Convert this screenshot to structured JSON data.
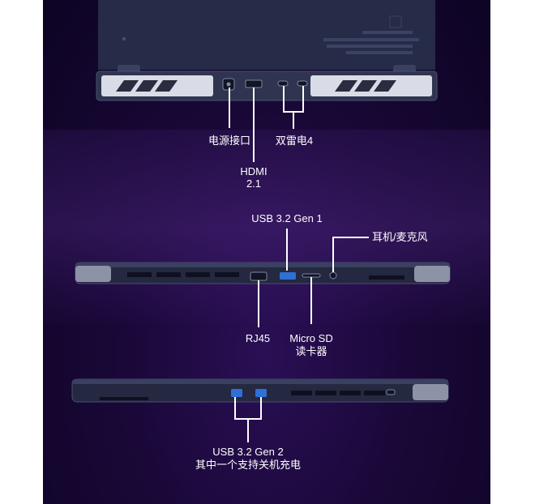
{
  "labels": {
    "power_port": "电源接口",
    "hdmi_line1": "HDMI",
    "hdmi_line2": "2.1",
    "thunderbolt": "双雷电4",
    "usb_right_top": "USB 3.2 Gen 1",
    "headphone_mic": "耳机/麦克风",
    "rj45": "RJ45",
    "microsd_line1": "Micro SD",
    "microsd_line2": "读卡器",
    "usb_left_line1": "USB 3.2 Gen 2",
    "usb_left_line2": "其中一个支持关机充电"
  },
  "colors": {
    "background_outer": "#ffffff",
    "panel_dark": "#0d0424",
    "panel_purple": "#2a0f55",
    "usb_port_blue": "#2f6fd6",
    "label_text": "#ffffff"
  }
}
